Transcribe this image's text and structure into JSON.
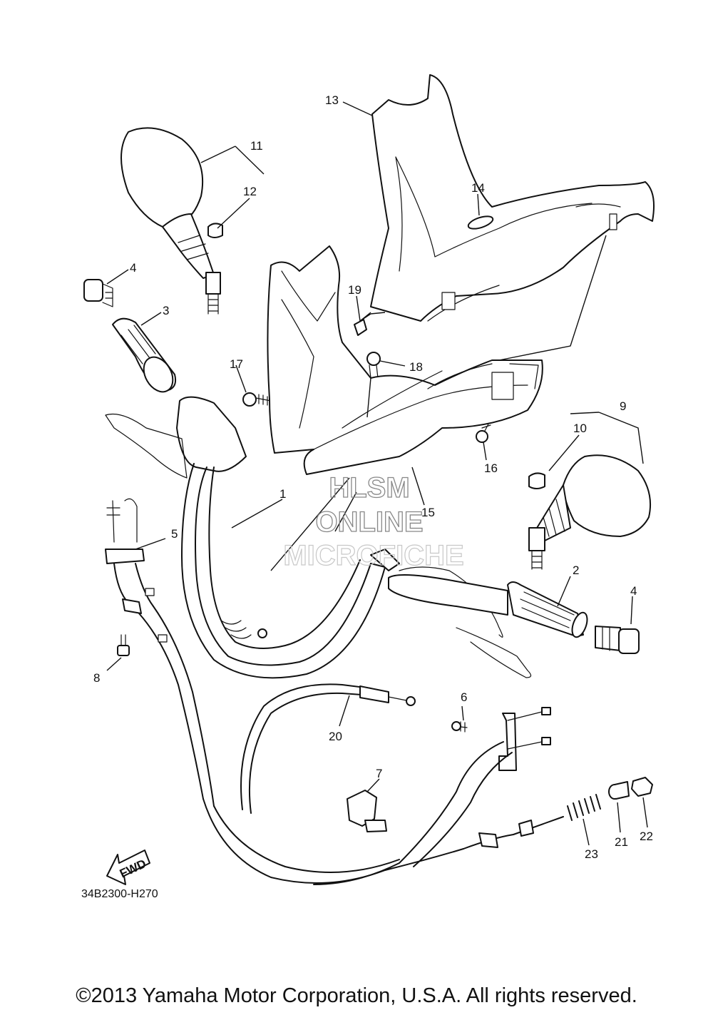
{
  "diagram": {
    "callouts": {
      "p1": "1",
      "p2": "2",
      "p3": "3",
      "p4a": "4",
      "p4b": "4",
      "p5": "5",
      "p6": "6",
      "p7": "7",
      "p8": "8",
      "p9": "9",
      "p10": "10",
      "p11": "11",
      "p12": "12",
      "p13": "13",
      "p14": "14",
      "p15": "15",
      "p16": "16",
      "p17": "17",
      "p18": "18",
      "p19": "19",
      "p20": "20",
      "p21": "21",
      "p22": "22",
      "p23": "23"
    },
    "fwd_label": "FWD",
    "watermark": {
      "line1": "HLSM",
      "line2": "ONLINE",
      "line3": "MICROFICHE"
    },
    "drawing_code": "34B2300-H270",
    "copyright": "©2013 Yamaha Motor Corporation, U.S.A. All rights reserved."
  }
}
